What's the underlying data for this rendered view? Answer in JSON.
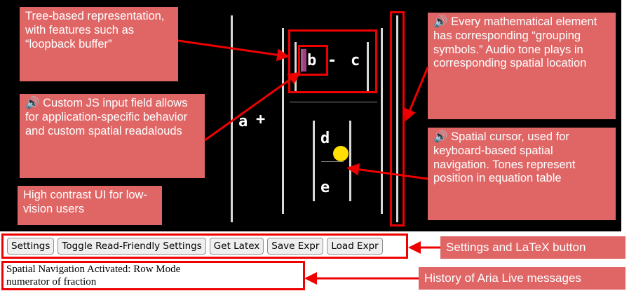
{
  "equation": {
    "symbols": {
      "a": "a",
      "plus": "+",
      "b": "b",
      "minus": "-",
      "c": "c",
      "d": "d",
      "e": "e"
    }
  },
  "annotations": {
    "tree": "Tree-based representation, with features such as “loopback buffer”",
    "input_field": "🔊 Custom JS input field allows for application-specific behavior and custom spatial readalouds",
    "high_contrast": "High contrast UI for low-vision users",
    "grouping": "🔊 Every mathematical element has corresponding “grouping symbols.” Audio tone plays in corresponding spatial location",
    "cursor": "🔊 Spatial cursor, used for keyboard-based spatial navigation. Tones represent position in equation table",
    "settings_button": "Settings and LaTeX button",
    "history": "History of Aria Live messages"
  },
  "toolbar": {
    "settings": "Settings",
    "toggle": "Toggle Read-Friendly Settings",
    "latex": "Get Latex",
    "save": "Save Expr",
    "load": "Load Expr"
  },
  "history": {
    "lines": [
      "Spatial Navigation Activated: Row Mode",
      "numerator of fraction"
    ]
  },
  "colors": {
    "canvas": "#000000",
    "annotation_fill": "#e06666",
    "highlight": "#ee0000",
    "cursor_dot": "#ffe000",
    "caret": "#a04080"
  }
}
